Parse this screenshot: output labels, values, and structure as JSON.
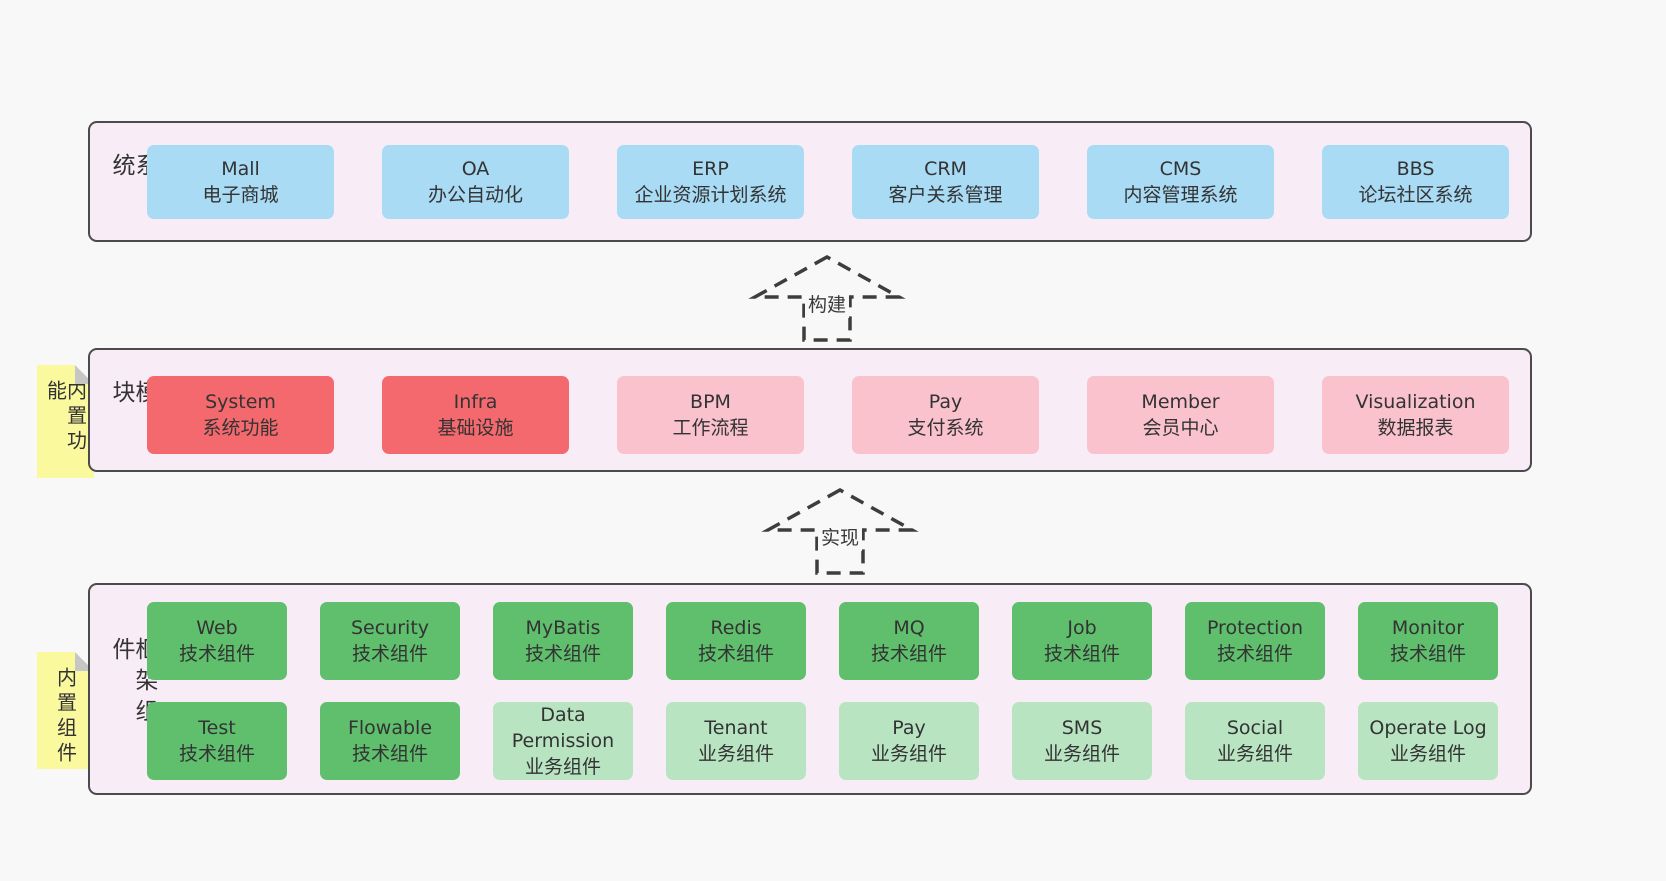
{
  "diagram": {
    "colors": {
      "page_bg": "#f8f8f8",
      "layer_bg": "#f8edf6",
      "layer_border": "#4b4b4b",
      "blue": "#a9dbf5",
      "red": "#f4696e",
      "pink": "#f9c2cd",
      "green": "#5fbf6d",
      "lightgreen": "#b9e4c2",
      "yellow_tag": "#fbf99e"
    }
  },
  "arrows": [
    {
      "label": "构建"
    },
    {
      "label": "实现"
    }
  ],
  "layers": [
    {
      "label": "业务系统",
      "rows": [
        [
          {
            "en": "Mall",
            "zh": "电子商城",
            "variant": "blue"
          },
          {
            "en": "OA",
            "zh": "办公自动化",
            "variant": "blue"
          },
          {
            "en": "ERP",
            "zh": "企业资源计划系统",
            "variant": "blue"
          },
          {
            "en": "CRM",
            "zh": "客户关系管理",
            "variant": "blue"
          },
          {
            "en": "CMS",
            "zh": "内容管理系统",
            "variant": "blue"
          },
          {
            "en": "BBS",
            "zh": "论坛社区系统",
            "variant": "blue"
          }
        ]
      ]
    },
    {
      "label": "通用模块",
      "tag": "内置功能",
      "rows": [
        [
          {
            "en": "System",
            "zh": "系统功能",
            "variant": "red"
          },
          {
            "en": "Infra",
            "zh": "基础设施",
            "variant": "red"
          },
          {
            "en": "BPM",
            "zh": "工作流程",
            "variant": "pink"
          },
          {
            "en": "Pay",
            "zh": "支付系统",
            "variant": "pink"
          },
          {
            "en": "Member",
            "zh": "会员中心",
            "variant": "pink"
          },
          {
            "en": "Visualization",
            "zh": "数据报表",
            "variant": "pink"
          }
        ]
      ]
    },
    {
      "label": "框架组件",
      "tag": "内置组件",
      "rows": [
        [
          {
            "en": "Web",
            "zh": "技术组件",
            "variant": "green"
          },
          {
            "en": "Security",
            "zh": "技术组件",
            "variant": "green"
          },
          {
            "en": "MyBatis",
            "zh": "技术组件",
            "variant": "green"
          },
          {
            "en": "Redis",
            "zh": "技术组件",
            "variant": "green"
          },
          {
            "en": "MQ",
            "zh": "技术组件",
            "variant": "green"
          },
          {
            "en": "Job",
            "zh": "技术组件",
            "variant": "green"
          },
          {
            "en": "Protection",
            "zh": "技术组件",
            "variant": "green"
          },
          {
            "en": "Monitor",
            "zh": "技术组件",
            "variant": "green"
          }
        ],
        [
          {
            "en": "Test",
            "zh": "技术组件",
            "variant": "green"
          },
          {
            "en": "Flowable",
            "zh": "技术组件",
            "variant": "green"
          },
          {
            "en": "Data Permission",
            "zh": "业务组件",
            "variant": "lightgreen"
          },
          {
            "en": "Tenant",
            "zh": "业务组件",
            "variant": "lightgreen"
          },
          {
            "en": "Pay",
            "zh": "业务组件",
            "variant": "lightgreen"
          },
          {
            "en": "SMS",
            "zh": "业务组件",
            "variant": "lightgreen"
          },
          {
            "en": "Social",
            "zh": "业务组件",
            "variant": "lightgreen"
          },
          {
            "en": "Operate Log",
            "zh": "业务组件",
            "variant": "lightgreen"
          }
        ]
      ]
    }
  ]
}
